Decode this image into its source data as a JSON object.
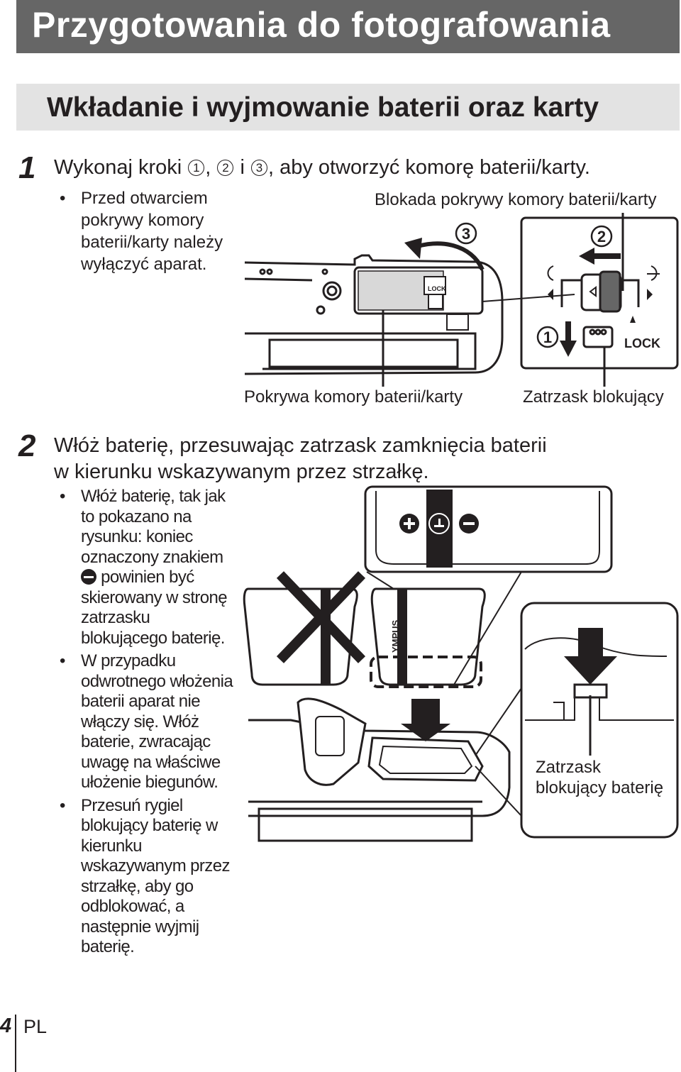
{
  "header": {
    "title": "Przygotowania do fotografowania"
  },
  "section": {
    "title": "Wkładanie i wyjmowanie baterii oraz karty"
  },
  "step1": {
    "number": "1",
    "text_before": "Wykonaj kroki",
    "marker1": "1",
    "sep1": ",",
    "marker2": "2",
    "sep2": "i",
    "marker3": "3",
    "text_after": ", aby otworzyć komorę baterii/karty.",
    "bullets": [
      "Przed otwarciem pokrywy komory baterii/karty należy wyłączyć aparat."
    ],
    "figure": {
      "label_lock": "Blokada pokrywy komory baterii/karty",
      "label_cover": "Pokrywa komory baterii/karty",
      "label_latch": "Zatrzask blokujący",
      "marker1": "1",
      "marker2": "2",
      "marker3": "3",
      "lock_text": "LOCK"
    }
  },
  "step2": {
    "number": "2",
    "line1": "Włóż baterię, przesuwając zatrzask zamknięcia baterii",
    "line2": "w kierunku wskazywanym przez strzałkę.",
    "bullet1_before": "Włóż baterię, tak jak to pokazano na rysunku: koniec oznaczony znakiem",
    "bullet1_after": "powinien być skierowany w stronę zatrzasku blokującego baterię.",
    "bullet2": "W przypadku odwrotnego włożenia baterii aparat nie włączy się. Włóż baterie, zwracając uwagę na właściwe ułożenie biegunów.",
    "bullet3": "Przesuń rygiel blokujący baterię w kierunku wskazywanym przez strzałkę, aby go odblokować, a następnie wyjmij baterię.",
    "figure": {
      "label_battery_latch_1": "Zatrzask",
      "label_battery_latch_2": "blokujący baterię",
      "battery_brand": "YMPUS"
    }
  },
  "footer": {
    "page": "4",
    "lang": "PL"
  }
}
